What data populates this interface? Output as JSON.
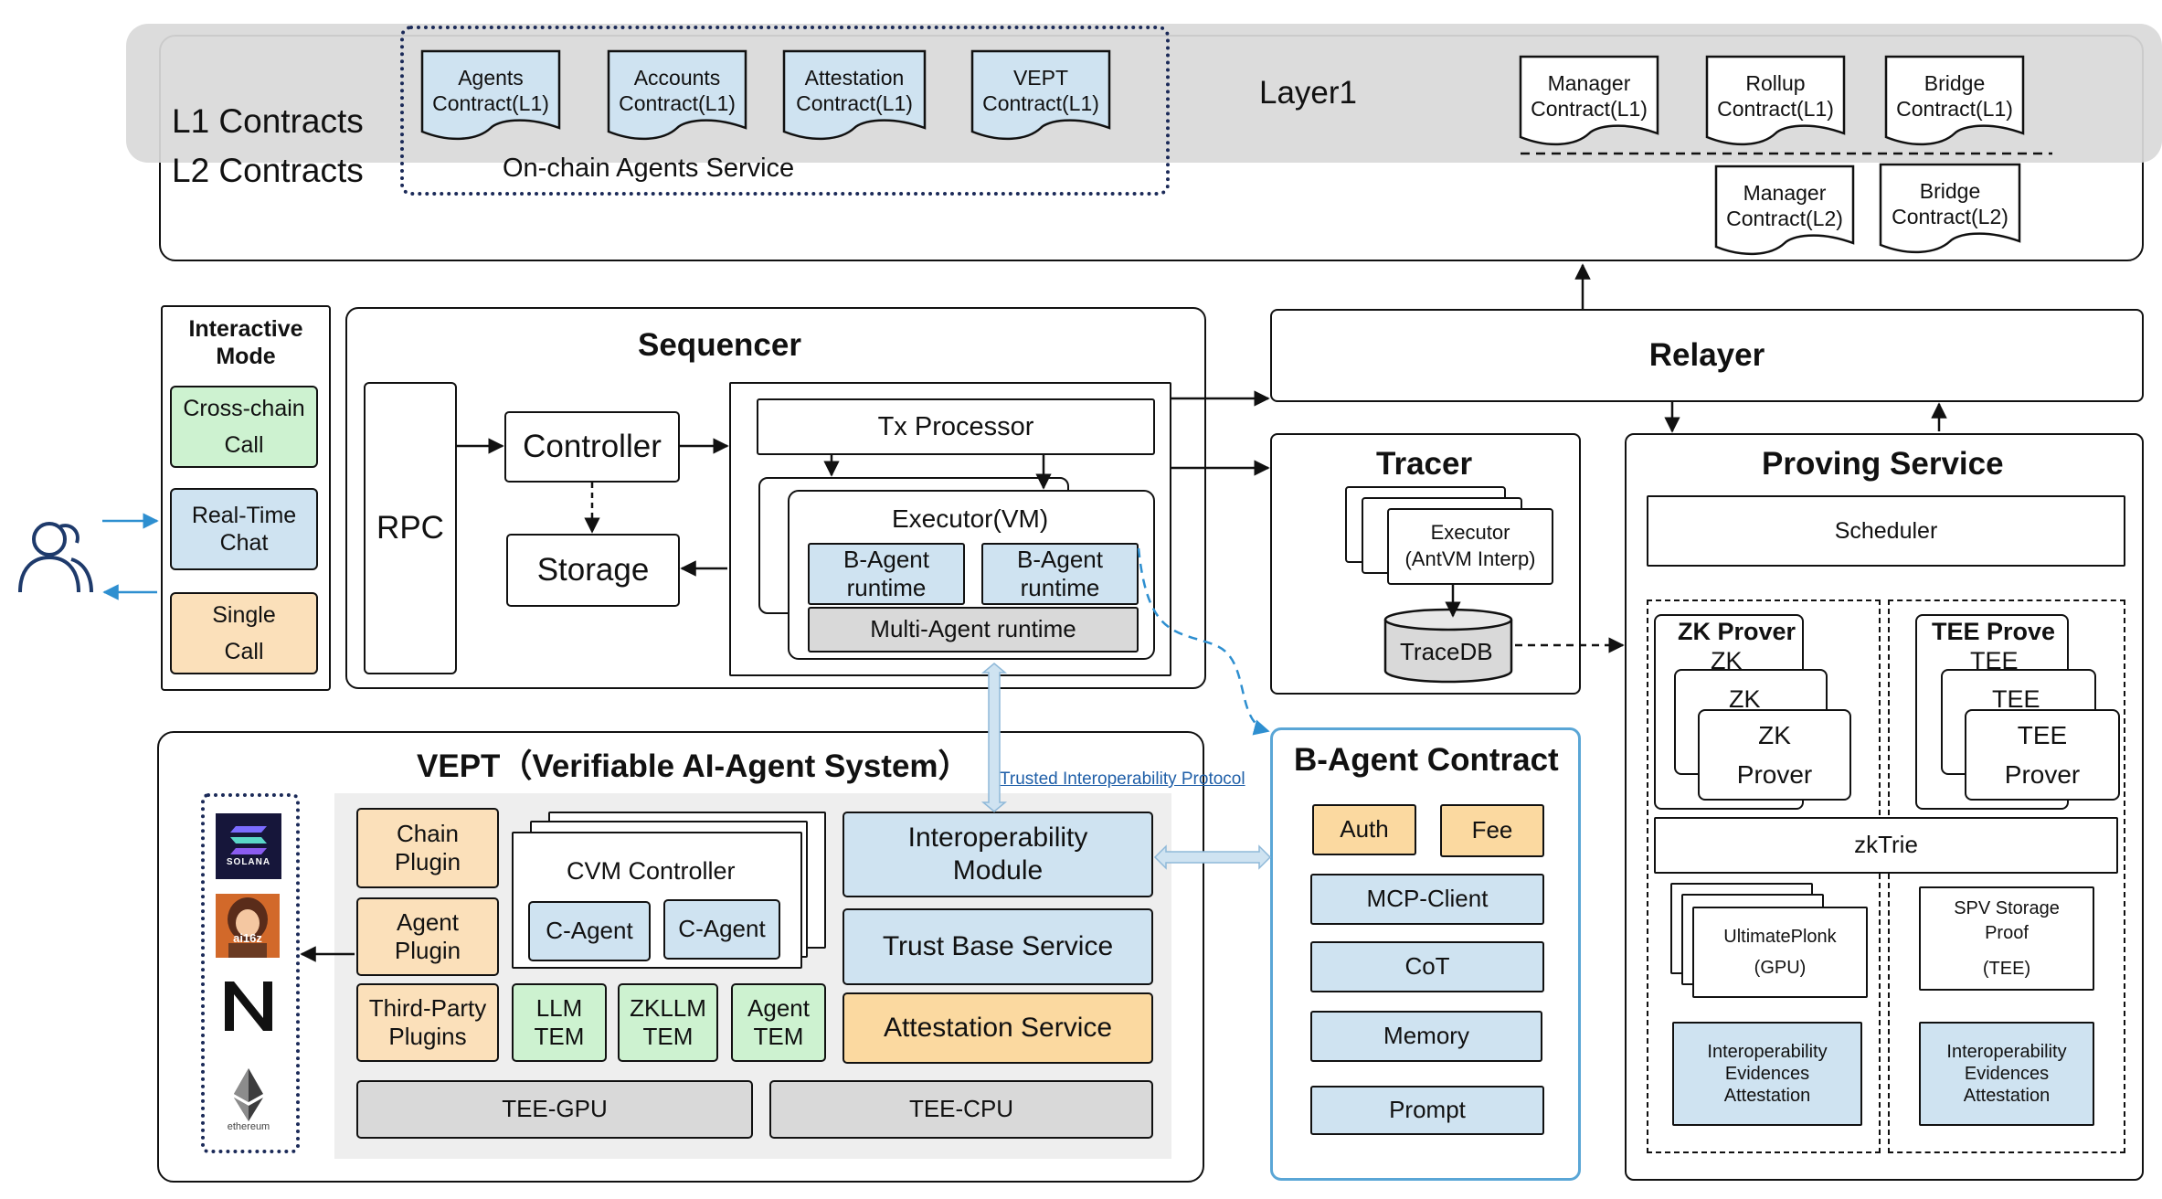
{
  "top": {
    "l1_label": "L1 Contracts",
    "l2_label": "L2 Contracts",
    "layer_label": "Layer1",
    "onchain_label": "On-chain Agents Service",
    "onchain_docs": [
      {
        "line1": "Agents",
        "line2": "Contract(L1)"
      },
      {
        "line1": "Accounts",
        "line2": "Contract(L1)"
      },
      {
        "line1": "Attestation",
        "line2": "Contract(L1)"
      },
      {
        "line1": "VEPT",
        "line2": "Contract(L1)"
      }
    ],
    "l1_docs": [
      {
        "line1": "Manager",
        "line2": "Contract(L1)"
      },
      {
        "line1": "Rollup",
        "line2": "Contract(L1)"
      },
      {
        "line1": "Bridge",
        "line2": "Contract(L1)"
      }
    ],
    "l2_docs": [
      {
        "line1": "Manager",
        "line2": "Contract(L2)"
      },
      {
        "line1": "Bridge",
        "line2": "Contract(L2)"
      }
    ]
  },
  "interactive": {
    "title_l1": "Interactive",
    "title_l2": "Mode",
    "cross_chain_l1": "Cross-chain",
    "cross_chain_l2": "Call",
    "realtime_l1": "Real-Time",
    "realtime_l2": "Chat",
    "single_l1": "Single",
    "single_l2": "Call"
  },
  "sequencer": {
    "title": "Sequencer",
    "rpc": "RPC",
    "controller": "Controller",
    "storage": "Storage",
    "tx_processor": "Tx Processor",
    "executor": "Executor(VM)",
    "bagent1_l1": "B-Agent",
    "bagent1_l2": "runtime",
    "bagent2_l1": "B-Agent",
    "bagent2_l2": "runtime",
    "multi_agent": "Multi-Agent runtime"
  },
  "relayer": {
    "title": "Relayer"
  },
  "tracer": {
    "title": "Tracer",
    "executor_l1": "Executor",
    "executor_l2": "(AntVM Interp)",
    "tracedb": "TraceDB"
  },
  "proving": {
    "title": "Proving Service",
    "scheduler": "Scheduler",
    "zk_prover_title": "ZK Prover",
    "zk_back1": "ZK",
    "zk_back2": "ZK",
    "zk_front_l1": "ZK",
    "zk_front_l2": "Prover",
    "tee_prover_title": "TEE Prove",
    "tee_back1": "TEE",
    "tee_back2": "TEE",
    "tee_front_l1": "TEE",
    "tee_front_l2": "Prover",
    "zktrie": "zkTrie",
    "ultraplonk_l1": "UltimatePlonk",
    "ultraplonk_l2": "(GPU)",
    "spv_l1": "SPV Storage",
    "spv_l2": "Proof",
    "spv_l3": "(TEE)",
    "interop1_l1": "Interoperability",
    "interop1_l2": "Evidences",
    "interop1_l3": "Attestation",
    "interop2_l1": "Interoperability",
    "interop2_l2": "Evidences",
    "interop2_l3": "Attestation"
  },
  "vept": {
    "title": "VEPT（Verifiable AI-Agent System）",
    "chain_plugin_l1": "Chain",
    "chain_plugin_l2": "Plugin",
    "agent_plugin_l1": "Agent",
    "agent_plugin_l2": "Plugin",
    "third_party_l1": "Third-Party",
    "third_party_l2": "Plugins",
    "cvm_controller": "CVM Controller",
    "c_agent1": "C-Agent",
    "c_agent2": "C-Agent",
    "llm_l1": "LLM",
    "llm_l2": "TEM",
    "zkllm_l1": "ZKLLM",
    "zkllm_l2": "TEM",
    "agent_tem_l1": "Agent",
    "agent_tem_l2": "TEM",
    "interop_l1": "Interoperability",
    "interop_l2": "Module",
    "trust_base": "Trust Base Service",
    "attestation": "Attestation Service",
    "tee_gpu": "TEE-GPU",
    "tee_cpu": "TEE-CPU",
    "protocol_link": "Trusted Interoperability Protocol"
  },
  "logos": {
    "solana": "SOLANA",
    "ai16z": "ai16z",
    "near_icon": "near-icon",
    "ethereum": "ethereum"
  },
  "bagent_contract": {
    "title": "B-Agent Contract",
    "auth": "Auth",
    "fee": "Fee",
    "mcp": "MCP-Client",
    "cot": "CoT",
    "memory": "Memory",
    "prompt": "Prompt"
  },
  "colors": {
    "blue": "#cfe3f1",
    "green": "#cdf2d0",
    "orange": "#fbe0ba",
    "gold": "#fbd9a0",
    "gray": "#d9d9d9",
    "link_blue": "#1f5fa8",
    "border_blue": "#5aa6d6"
  }
}
